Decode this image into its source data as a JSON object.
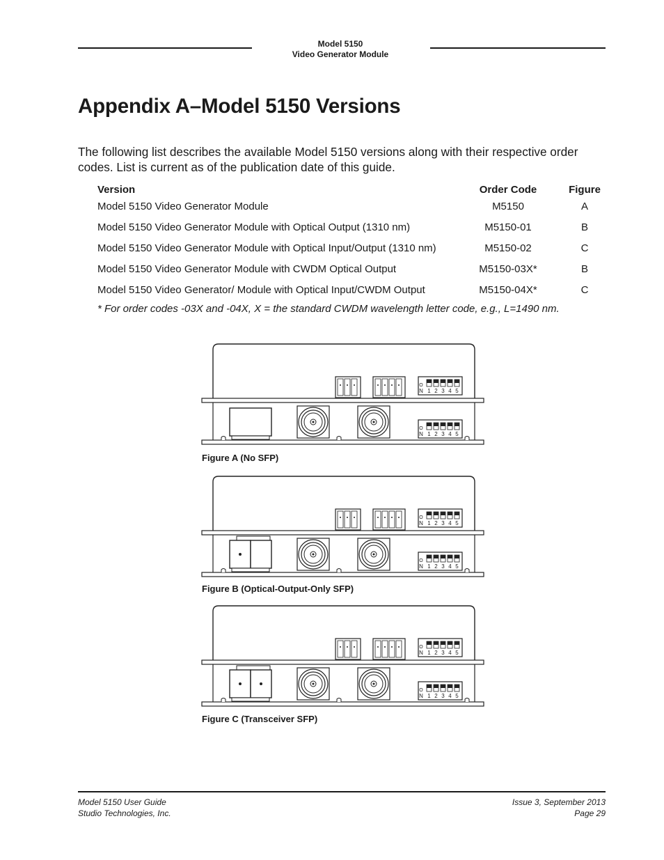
{
  "header": {
    "line1": "Model 5150",
    "line2": "Video Generator Module"
  },
  "title": "Appendix A–Model 5150 Versions",
  "intro": "The following list describes the available Model 5150 versions along with their respective order codes. List is current as of the publication date of this guide.",
  "table": {
    "headers": [
      "Version",
      "Order Code",
      "Figure"
    ],
    "rows": [
      [
        "Model 5150 Video Generator Module",
        "M5150",
        "A"
      ],
      [
        "Model 5150 Video Generator Module with Optical Output (1310 nm)",
        "M5150-01",
        "B"
      ],
      [
        "Model 5150 Video Generator Module with Optical Input/Output (1310 nm)",
        "M5150-02",
        "C"
      ],
      [
        "Model 5150 Video Generator Module with CWDM Optical Output",
        "M5150-03X*",
        "B"
      ],
      [
        "Model 5150 Video Generator/ Module with Optical Input/CWDM Output",
        "M5150-04X*",
        "C"
      ]
    ]
  },
  "note": "* For order codes -03X and -04X, X = the standard CWDM wavelength letter code, e.g., L=1490 nm.",
  "figures": [
    {
      "caption": "Figure A (No SFP)",
      "sfp": "none"
    },
    {
      "caption": "Figure B (Optical-Output-Only SFP)",
      "sfp": "output"
    },
    {
      "caption": "Figure C (Transceiver SFP)",
      "sfp": "transceiver"
    }
  ],
  "dip_labels": {
    "on": "ON",
    "nums": [
      "1",
      "2",
      "3",
      "4",
      "5"
    ]
  },
  "footer": {
    "left1": "Model 5150 User Guide",
    "left2": "Studio Technologies, Inc.",
    "right1": "Issue 3, September 2013",
    "right2": "Page 29"
  }
}
